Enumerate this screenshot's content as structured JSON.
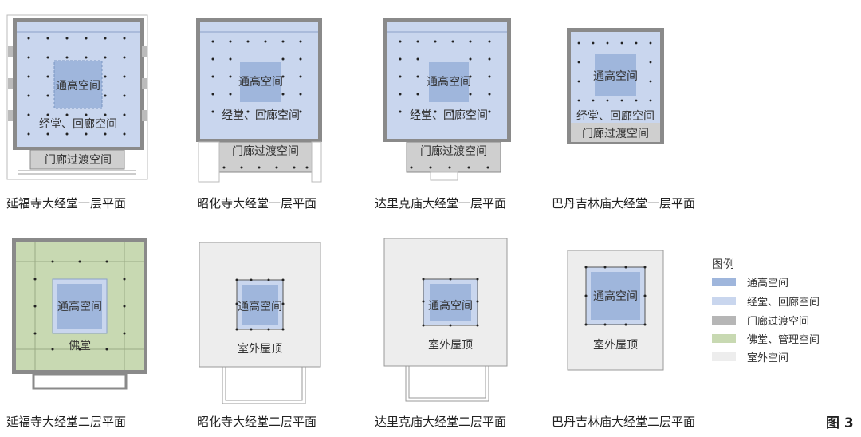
{
  "zones": {
    "atrium": "通高空间",
    "hall": "经堂、回廊空间",
    "porch": "门廊过渡空间",
    "buddha": "佛堂",
    "roof": "室外屋顶"
  },
  "captions": [
    "延福寺大经堂一层平面",
    "昭化寺大经堂一层平面",
    "达里克庙大经堂一层平面",
    "巴丹吉林庙大经堂一层平面",
    "延福寺大经堂二层平面",
    "昭化寺大经堂二层平面",
    "达里克庙大经堂二层平面",
    "巴丹吉林庙大经堂二层平面"
  ],
  "legend": {
    "title": "图例",
    "items": [
      {
        "label": "通高空间",
        "color": "#9fb6dc"
      },
      {
        "label": "经堂、回廊空间",
        "color": "#c9d6ee"
      },
      {
        "label": "门廊过渡空间",
        "color": "#b6b6b6"
      },
      {
        "label": "佛堂、管理空间",
        "color": "#c8d9b2"
      },
      {
        "label": "室外空间",
        "color": "#ededed"
      }
    ]
  },
  "colors": {
    "atrium": "#9fb6dc",
    "hall": "#c9d6ee",
    "porch": "#cfcfcf",
    "buddha": "#c8d9b2",
    "outdoor": "#ededed",
    "wall": "#8a8a8a"
  },
  "figure_number": "图 3"
}
